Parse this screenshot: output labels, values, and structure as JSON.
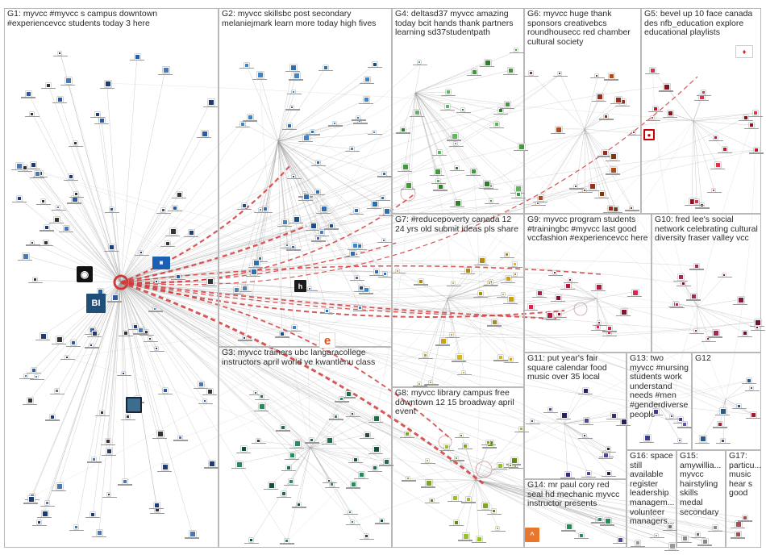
{
  "graph": {
    "groups": [
      {
        "id": "G1",
        "label": "G1: myvcc #myvcc s campus downtown #experiencevcc students today 3 here"
      },
      {
        "id": "G2",
        "label": "G2: myvcc skillsbc post secondary melaniejmark learn more today high fives"
      },
      {
        "id": "G4",
        "label": "G4: deltasd37 myvcc amazing today bcit hands thank partners learning sd37studentpath"
      },
      {
        "id": "G6",
        "label": "G6: myvcc huge thank sponsors creativebcs roundhousecc red chamber cultural society"
      },
      {
        "id": "G5",
        "label": "G5: bevel up 10 face canada des nfb_education explore educational playlists"
      },
      {
        "id": "G7",
        "label": "G7: #reducepoverty canada 12 24 yrs old submit ideas pls share"
      },
      {
        "id": "G9",
        "label": "G9: myvcc program students #trainingbc #myvcc last good vccfashion #experiencevcc here"
      },
      {
        "id": "G10",
        "label": "G10: fred lee's social network celebrating cultural diversity fraser valley vcc"
      },
      {
        "id": "G3",
        "label": "G3: myvcc trainers ubc langaracollege instructors april world ve kwantlenu class"
      },
      {
        "id": "G11",
        "label": "G11: put year's fair square calendar food music over 35 local"
      },
      {
        "id": "G13",
        "label": "G13: two myvcc #nursing students work understand needs #men #genderdiverse people"
      },
      {
        "id": "G12",
        "label": "G12"
      },
      {
        "id": "G8",
        "label": "G8: myvcc library campus free downtown 12 15 broadway april event"
      },
      {
        "id": "G16",
        "label": "G16: space still available register leadership managem... volunteer managers..."
      },
      {
        "id": "G15",
        "label": "G15: amywillia... myvcc hairstyling skills medal secondary"
      },
      {
        "id": "G17",
        "label": "G17: particu... music hear s good"
      },
      {
        "id": "G14",
        "label": "G14: mr paul cory red seal hd mechanic myvcc instructor presents"
      }
    ]
  }
}
